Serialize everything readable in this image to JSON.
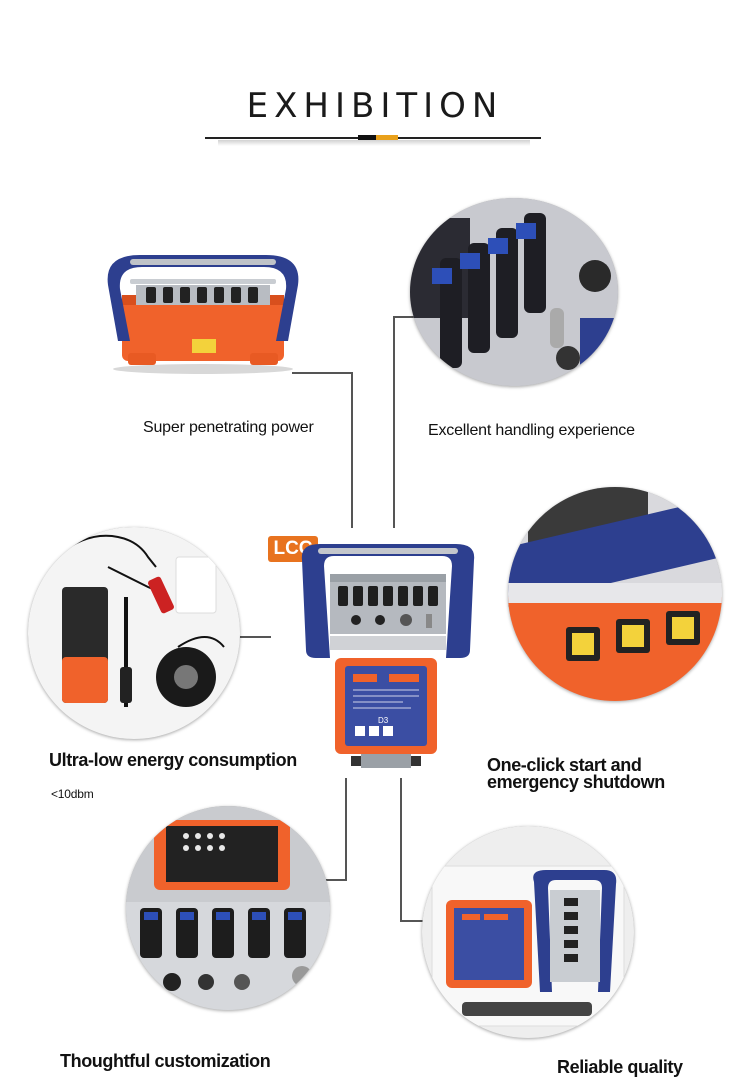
{
  "header": {
    "title": "EXHIBITION"
  },
  "features": {
    "power": "Super penetrating power",
    "handling": "Excellent handling experience",
    "energy": "Ultra-low energy consumption",
    "energy_note": "<10dbm",
    "start_line1": "One-click start and",
    "start_line2": "emergency shutdown",
    "custom": "Thoughtful customization",
    "quality": "Reliable quality"
  },
  "product": {
    "logo": "LCC",
    "receiver_model": "D3"
  },
  "colors": {
    "accent_orange": "#e9a11b",
    "device_orange": "#f0622b",
    "device_blue": "#2d3f8f",
    "line": "#555555"
  }
}
